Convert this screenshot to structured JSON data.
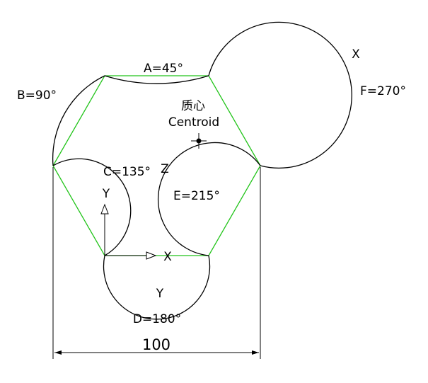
{
  "colors": {
    "background": "#ffffff",
    "outline": "#000000",
    "hexagon": "#22c41a"
  },
  "icons": {
    "ucs": "ucs-axis-icon",
    "centroid": "centroid-marker-icon"
  },
  "labels": {
    "a": "A=45°",
    "b": "B=90°",
    "c": "C=135°",
    "d": "D=180°",
    "e": "E=215°",
    "f": "F=270°",
    "centroid_cn": "质心",
    "centroid_en": "Centroid",
    "axis_x_far": "X",
    "axis_z": "Z",
    "axis_y_bottom": "Y",
    "ucs_x": "X",
    "ucs_y": "Y",
    "dimension": "100"
  }
}
